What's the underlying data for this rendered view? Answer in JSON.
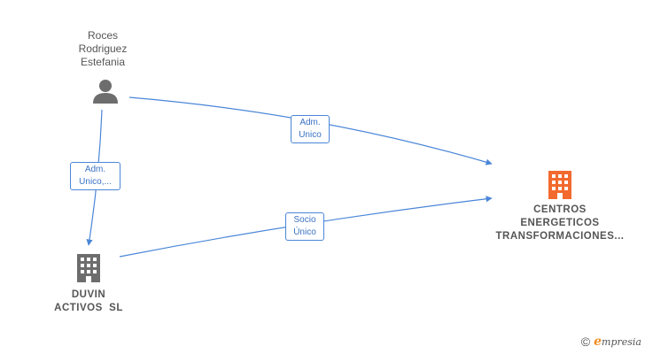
{
  "nodes": {
    "person": {
      "lines": [
        "Roces",
        "Rodriguez",
        "Estefania"
      ],
      "icon": "person-icon"
    },
    "duvin": {
      "lines": [
        "DUVIN",
        "ACTIVOS  SL"
      ],
      "icon": "building-icon"
    },
    "centros": {
      "lines": [
        "CENTROS",
        "ENERGETICOS",
        "TRANSFORMACIONES..."
      ],
      "icon": "building-icon"
    }
  },
  "edges": {
    "person_to_centros": {
      "lines": [
        "Adm.",
        "Unico"
      ]
    },
    "person_to_duvin": {
      "lines": [
        "Adm.",
        "Unico,..."
      ]
    },
    "duvin_to_centros": {
      "lines": [
        "Socio",
        "Único"
      ]
    }
  },
  "footer": {
    "copyright": "©",
    "brand_initial": "e",
    "brand_rest": "mpresia"
  },
  "colors": {
    "edge": "#4a86d8",
    "highlight_node": "#f26a2e",
    "node": "#6d6d6d",
    "text": "#555555"
  }
}
